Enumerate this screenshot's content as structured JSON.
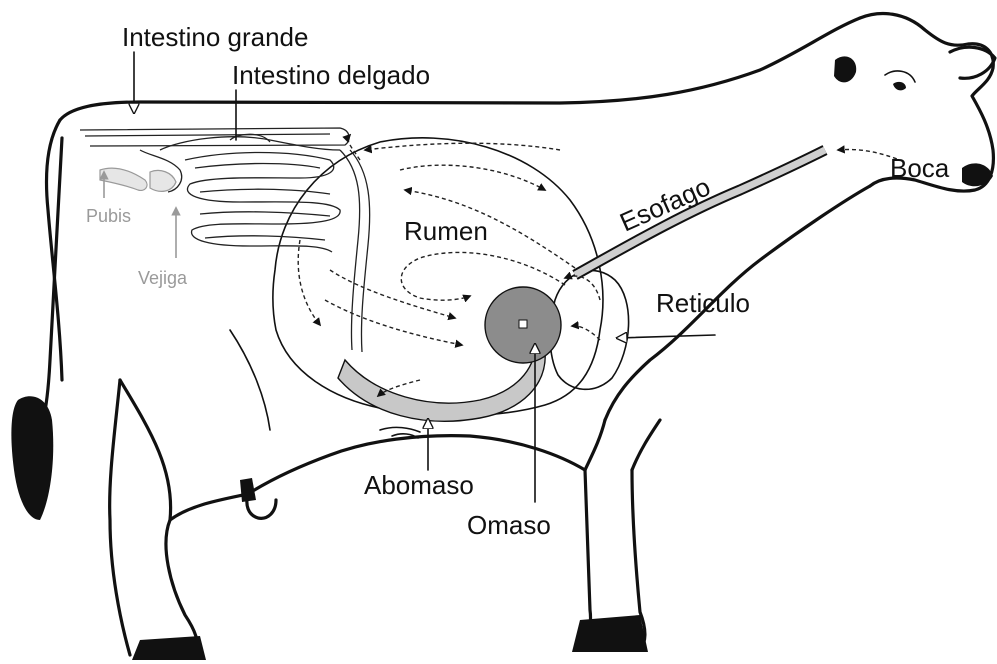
{
  "labels": {
    "intestino_grande": "Intestino grande",
    "intestino_delgado": "Intestino delgado",
    "boca": "Boca",
    "esofago": "Esofago",
    "rumen": "Rumen",
    "reticulo": "Reticulo",
    "pubis": "Pubis",
    "vejiga": "Vejiga",
    "abomaso": "Abomaso",
    "omaso": "Omaso"
  },
  "colors": {
    "outline": "#111111",
    "gray_label": "#9a9a9a",
    "omaso_fill": "#8c8c8c",
    "abomaso_fill": "#c8c8c8",
    "esophagus_fill": "#cfcfcf"
  }
}
